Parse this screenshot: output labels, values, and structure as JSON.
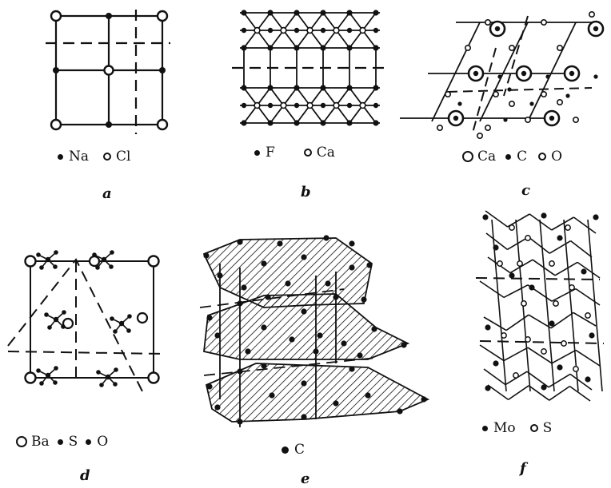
{
  "panels": [
    {
      "id": "a",
      "caption": "a",
      "legend": [
        {
          "marker": "filled-dot",
          "label": "Na"
        },
        {
          "marker": "open-ring",
          "label": "Cl"
        }
      ]
    },
    {
      "id": "b",
      "caption": "b",
      "legend": [
        {
          "marker": "filled-dot",
          "label": "F"
        },
        {
          "marker": "open-ring",
          "label": "Ca"
        }
      ]
    },
    {
      "id": "c",
      "caption": "c",
      "legend": [
        {
          "marker": "large-ring",
          "label": "Ca"
        },
        {
          "marker": "filled-dot",
          "label": "C"
        },
        {
          "marker": "open-ring",
          "label": "O"
        }
      ]
    },
    {
      "id": "d",
      "caption": "d",
      "legend": [
        {
          "marker": "large-ring",
          "label": "Ba"
        },
        {
          "marker": "filled-dot",
          "label": "S"
        },
        {
          "marker": "filled-dot",
          "label": "O"
        }
      ]
    },
    {
      "id": "e",
      "caption": "e",
      "legend": [
        {
          "marker": "filled-dot",
          "label": "C"
        }
      ]
    },
    {
      "id": "f",
      "caption": "f",
      "legend": [
        {
          "marker": "filled-dot",
          "label": "Mo"
        },
        {
          "marker": "open-ring",
          "label": "S"
        }
      ]
    }
  ],
  "colors": {
    "ink": "#111111",
    "paper": "#ffffff"
  }
}
